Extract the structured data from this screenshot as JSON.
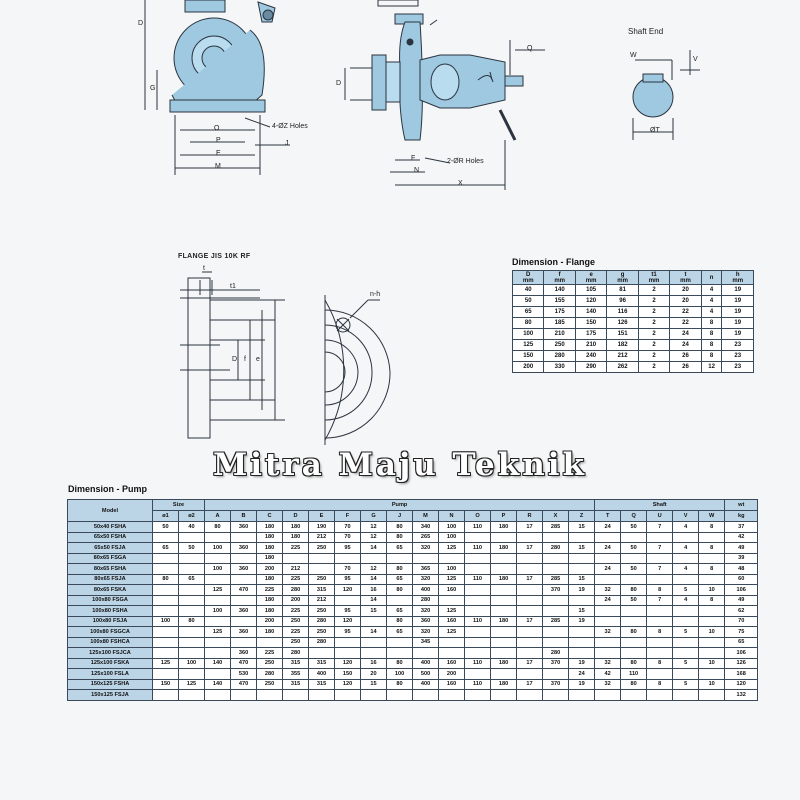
{
  "drawing_labels": {
    "holes_4": "4-ØZ Holes",
    "holes_2": "2-ØR Holes",
    "shaft_end": "Shaft End",
    "flange_jis": "FLANGE JIS 10K RF",
    "nh": "n-h",
    "dim_D": "D",
    "dim_G": "G",
    "dim_O": "O",
    "dim_P": "P",
    "dim_E": "E",
    "dim_M": "M",
    "dim_J": "J",
    "dim_F": "F",
    "dim_N": "N",
    "dim_X": "X",
    "dim_Q": "Q",
    "dim_W": "W",
    "dim_V": "V",
    "dim_T": "ØT",
    "dim_t": "t",
    "dim_t1": "t1",
    "dim_f": "f",
    "dim_D2": "D",
    "dim_e": "e"
  },
  "flange_table": {
    "title": "Dimension - Flange",
    "headers": [
      "D",
      "f",
      "e",
      "g",
      "t1",
      "t",
      "n",
      "h"
    ],
    "units": [
      "mm",
      "mm",
      "mm",
      "mm",
      "mm",
      "mm",
      "",
      "mm"
    ],
    "rows": [
      [
        "40",
        "140",
        "105",
        "81",
        "2",
        "20",
        "4",
        "19"
      ],
      [
        "50",
        "155",
        "120",
        "96",
        "2",
        "20",
        "4",
        "19"
      ],
      [
        "65",
        "175",
        "140",
        "116",
        "2",
        "22",
        "4",
        "19"
      ],
      [
        "80",
        "185",
        "150",
        "126",
        "2",
        "22",
        "8",
        "19"
      ],
      [
        "100",
        "210",
        "175",
        "151",
        "2",
        "24",
        "8",
        "19"
      ],
      [
        "125",
        "250",
        "210",
        "182",
        "2",
        "24",
        "8",
        "23"
      ],
      [
        "150",
        "280",
        "240",
        "212",
        "2",
        "26",
        "8",
        "23"
      ],
      [
        "200",
        "330",
        "290",
        "262",
        "2",
        "26",
        "12",
        "23"
      ]
    ]
  },
  "pump_table": {
    "title": "Dimension - Pump",
    "group_headers": {
      "model": "Model",
      "size": "Size",
      "pump": "Pump",
      "shaft": "Shaft",
      "wt": "wt"
    },
    "sub_headers": [
      "ø1",
      "ø2",
      "A",
      "B",
      "C",
      "D",
      "E",
      "F",
      "G",
      "J",
      "M",
      "N",
      "O",
      "P",
      "R",
      "X",
      "Z",
      "T",
      "Q",
      "U",
      "V",
      "W",
      "kg"
    ],
    "rows": [
      [
        "50x40 FSHA",
        "50",
        "40",
        "80",
        "360",
        "180",
        "180",
        "190",
        "70",
        "12",
        "80",
        "340",
        "100",
        "110",
        "180",
        "17",
        "285",
        "15",
        "24",
        "50",
        "7",
        "4",
        "8",
        "37"
      ],
      [
        "65x50 FSHA",
        "",
        "",
        "",
        "",
        "180",
        "180",
        "212",
        "70",
        "12",
        "80",
        "265",
        "100",
        "",
        "",
        "",
        "",
        "",
        "",
        "",
        "",
        "",
        "",
        "42"
      ],
      [
        "65x50 FSJA",
        "65",
        "50",
        "100",
        "360",
        "180",
        "225",
        "250",
        "95",
        "14",
        "65",
        "320",
        "125",
        "110",
        "180",
        "17",
        "280",
        "15",
        "24",
        "50",
        "7",
        "4",
        "8",
        "49"
      ],
      [
        "80x65 FSGA",
        "",
        "",
        "",
        "",
        "180",
        "",
        "",
        "",
        "",
        "",
        "",
        "",
        "",
        "",
        "",
        "",
        "",
        "",
        "",
        "",
        "",
        "",
        "39"
      ],
      [
        "80x65 FSHA",
        "",
        "",
        "100",
        "360",
        "200",
        "212",
        "",
        "70",
        "12",
        "80",
        "365",
        "100",
        "",
        "",
        "",
        "",
        "",
        "24",
        "50",
        "7",
        "4",
        "8",
        "48"
      ],
      [
        "80x65 FSJA",
        "80",
        "65",
        "",
        "",
        "180",
        "225",
        "250",
        "95",
        "14",
        "65",
        "320",
        "125",
        "110",
        "180",
        "17",
        "285",
        "15",
        "",
        "",
        "",
        "",
        "",
        "60"
      ],
      [
        "80x65 FSKA",
        "",
        "",
        "125",
        "470",
        "225",
        "280",
        "315",
        "120",
        "16",
        "80",
        "400",
        "160",
        "",
        "",
        "",
        "370",
        "19",
        "32",
        "80",
        "8",
        "5",
        "10",
        "106"
      ],
      [
        "100x80 FSGA",
        "",
        "",
        "",
        "",
        "180",
        "200",
        "212",
        "",
        "14",
        "",
        "280",
        "",
        "",
        "",
        "",
        "",
        "",
        "24",
        "50",
        "7",
        "4",
        "8",
        "49"
      ],
      [
        "100x80 FSHA",
        "",
        "",
        "100",
        "360",
        "180",
        "225",
        "250",
        "95",
        "15",
        "65",
        "320",
        "125",
        "",
        "",
        "",
        "",
        "15",
        "",
        "",
        "",
        "",
        "",
        "62"
      ],
      [
        "100x80 FSJA",
        "100",
        "80",
        "",
        "",
        "200",
        "250",
        "280",
        "120",
        "",
        "80",
        "360",
        "160",
        "110",
        "180",
        "17",
        "285",
        "19",
        "",
        "",
        "",
        "",
        "",
        "70"
      ],
      [
        "100x80 FSGCA",
        "",
        "",
        "125",
        "360",
        "180",
        "225",
        "250",
        "95",
        "14",
        "65",
        "320",
        "125",
        "",
        "",
        "",
        "",
        "",
        "32",
        "80",
        "8",
        "5",
        "10",
        "75"
      ],
      [
        "100x80 FSHCA",
        "",
        "",
        "",
        "",
        "",
        "250",
        "280",
        "",
        "",
        "",
        "345",
        "",
        "",
        "",
        "",
        "",
        "",
        "",
        "",
        "",
        "",
        "",
        "65"
      ],
      [
        "125x100 FSJCA",
        "",
        "",
        "",
        "360",
        "225",
        "280",
        "",
        "",
        "",
        "",
        "",
        "",
        "",
        "",
        "",
        "280",
        "",
        "",
        "",
        "",
        "",
        "",
        "106"
      ],
      [
        "125x100 FSKA",
        "125",
        "100",
        "140",
        "470",
        "250",
        "315",
        "315",
        "120",
        "16",
        "80",
        "400",
        "160",
        "110",
        "180",
        "17",
        "370",
        "19",
        "32",
        "80",
        "8",
        "5",
        "10",
        "126"
      ],
      [
        "125x100 FSLA",
        "",
        "",
        "",
        "530",
        "280",
        "355",
        "400",
        "150",
        "20",
        "100",
        "500",
        "200",
        "",
        "",
        "",
        "",
        "24",
        "42",
        "110",
        "",
        "",
        "",
        "168"
      ],
      [
        "150x125 FSHA",
        "150",
        "125",
        "140",
        "470",
        "250",
        "315",
        "315",
        "120",
        "15",
        "80",
        "400",
        "160",
        "110",
        "180",
        "17",
        "370",
        "19",
        "32",
        "80",
        "8",
        "5",
        "10",
        "120"
      ],
      [
        "150x125 FSJA",
        "",
        "",
        "",
        "",
        "",
        "",
        "",
        "",
        "",
        "",
        "",
        "",
        "",
        "",
        "",
        "",
        "",
        "",
        "",
        "",
        "",
        "",
        "132"
      ]
    ]
  },
  "watermark": "Mitra Maju Teknik"
}
